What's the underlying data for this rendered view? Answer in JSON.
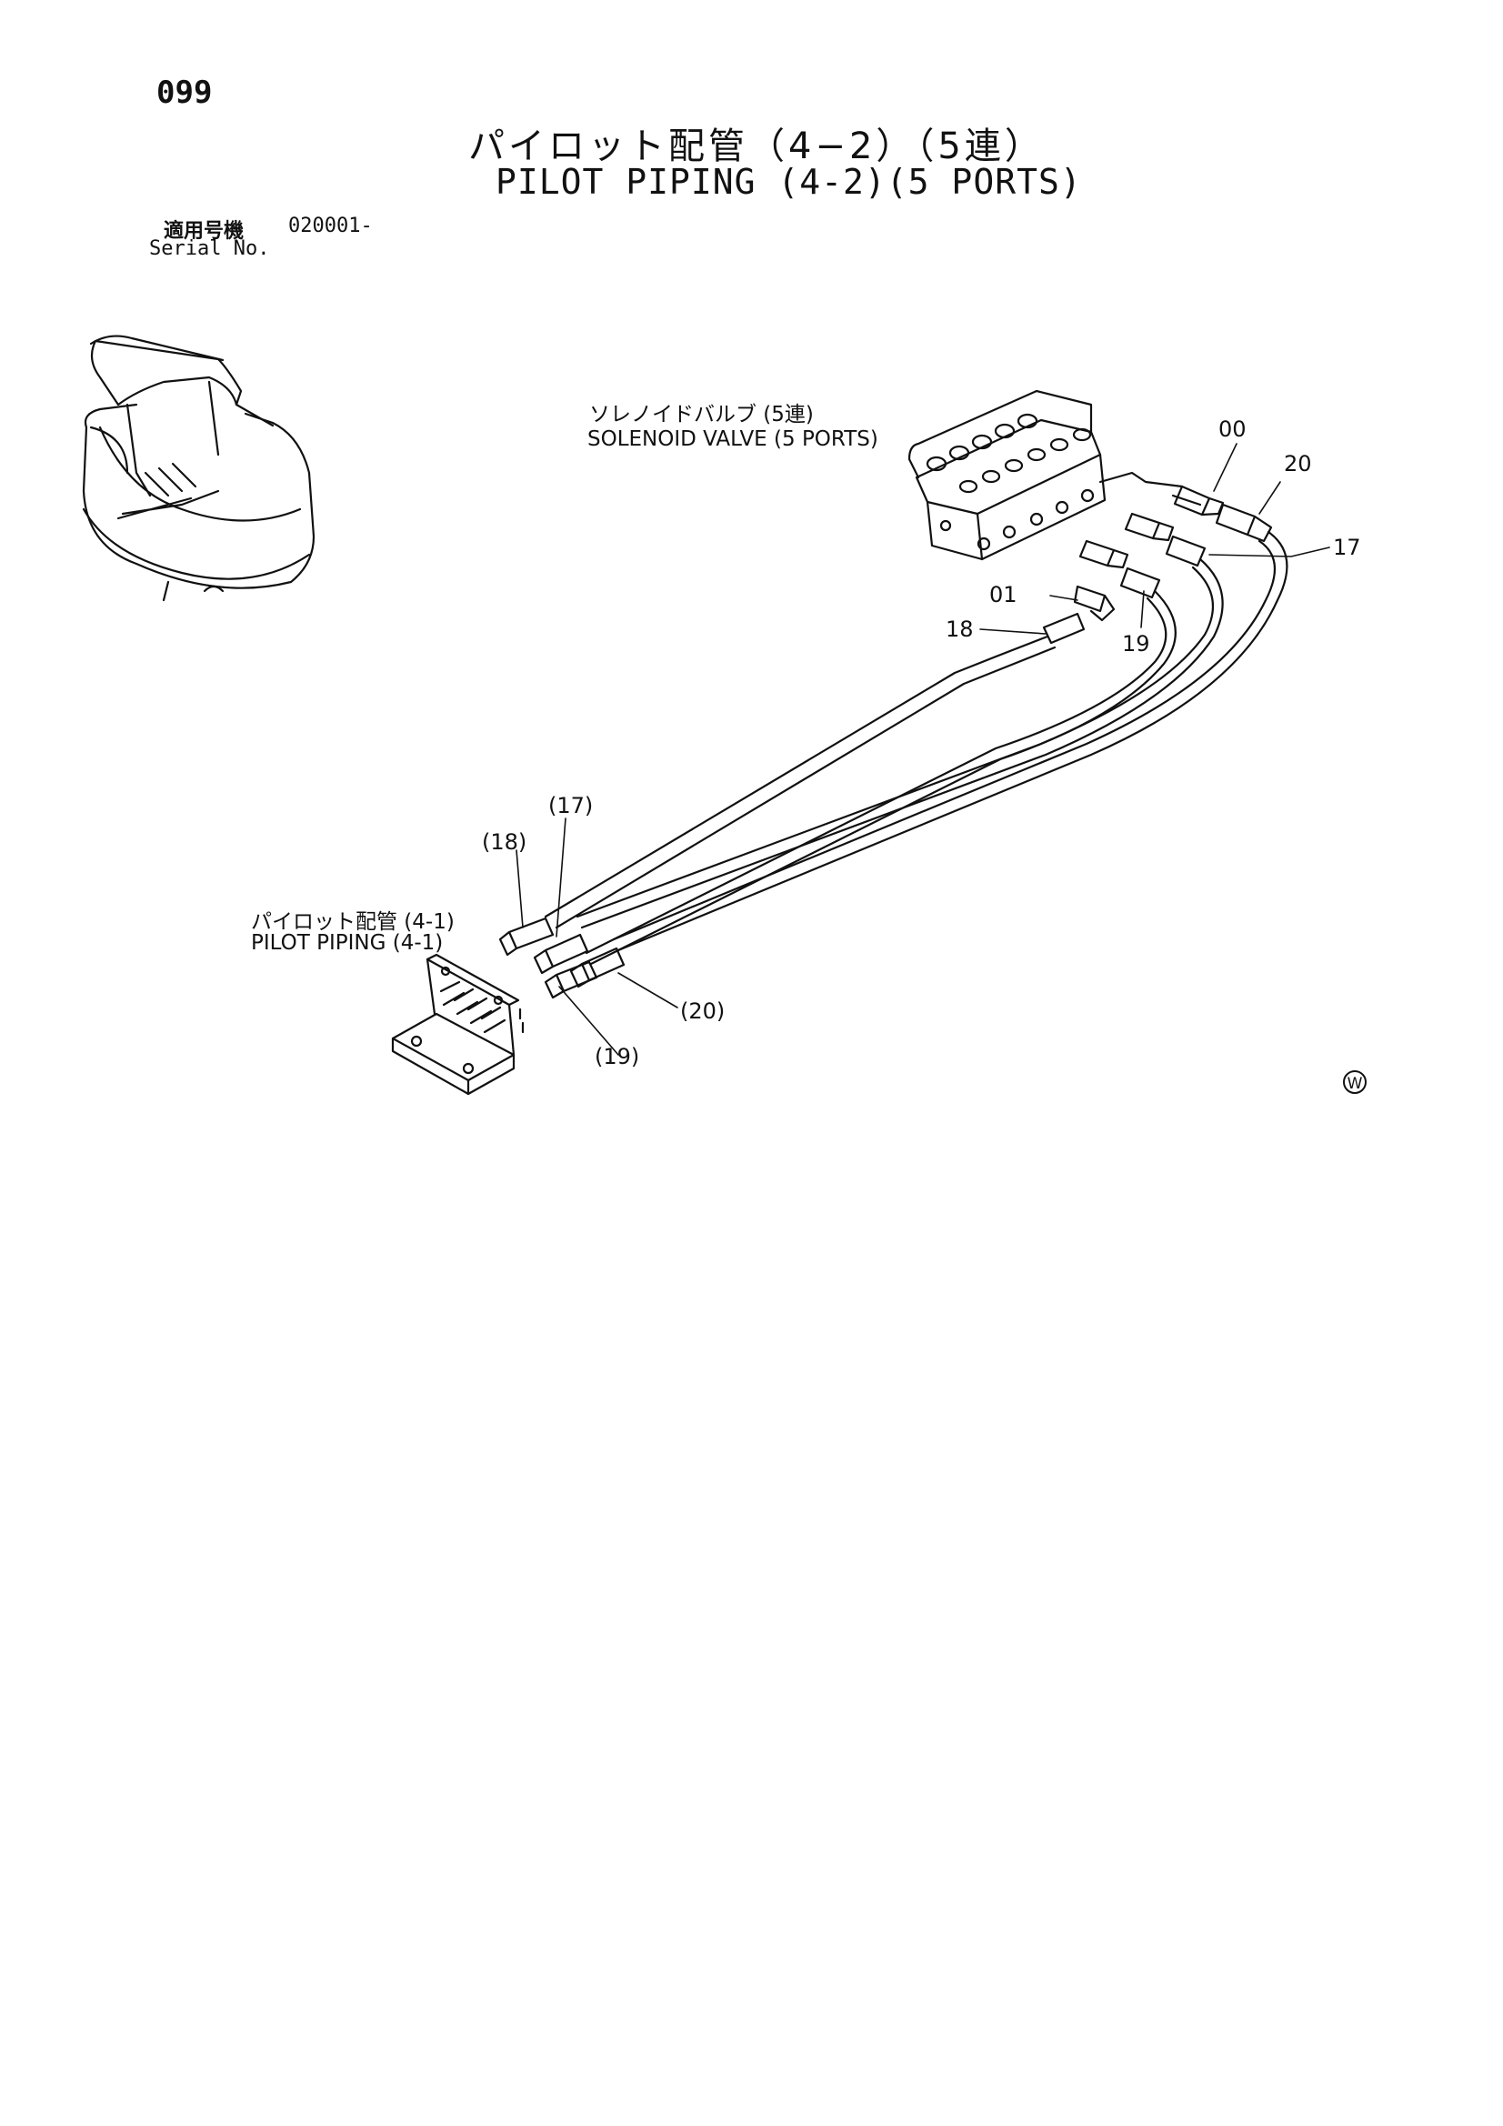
{
  "header": {
    "page_number": "099",
    "title_jp": "パイロット配管（4−2）（5連）",
    "title_en": "PILOT PIPING (4-2)(5 PORTS)",
    "serial_label_jp": "適用号機",
    "serial_value": "020001-",
    "serial_label_en": "Serial No."
  },
  "labels": {
    "valve_jp": "ソレノイドバルブ (5連)",
    "valve_en": "SOLENOID VALVE (5 PORTS)",
    "piping_jp": "パイロット配管 (4-1)",
    "piping_en": "PILOT PIPING (4-1)"
  },
  "callouts": {
    "c00": "00",
    "c20": "20",
    "c17": "17",
    "c01": "01",
    "c18": "18",
    "c19": "19",
    "p17": "(17)",
    "p18": "(18)",
    "p20": "(20)",
    "p19": "(19)"
  },
  "mark": "W"
}
